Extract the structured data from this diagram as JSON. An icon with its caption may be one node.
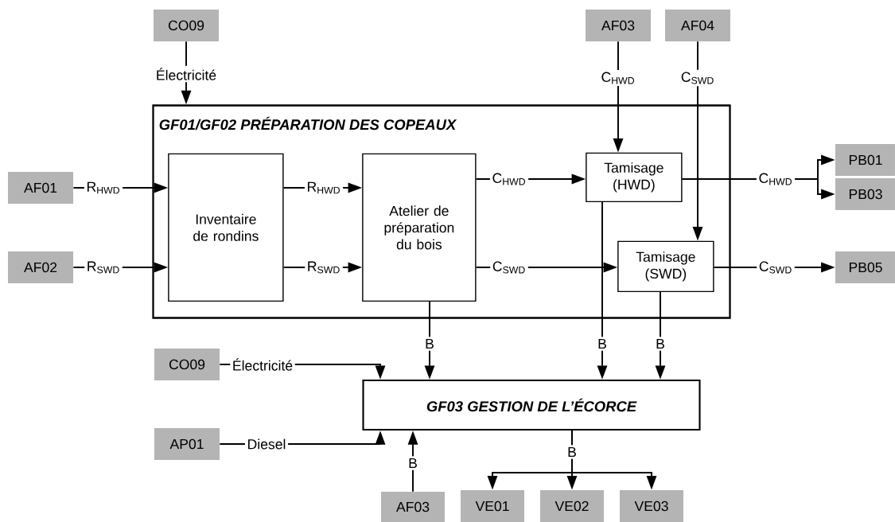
{
  "diagram": {
    "nodes": [
      {
        "text": [
          "CO09"
        ]
      },
      {
        "text": [
          "AF03"
        ]
      },
      {
        "text": [
          "AF04"
        ]
      },
      {
        "text": [
          "GF01/GF02 PRÉPARATION DES COPEAUX"
        ]
      },
      {
        "text": [
          "Inventaire de rondins"
        ],
        "in": 3
      },
      {
        "text": [
          "Atelier de préparation du bois"
        ],
        "in": 3
      },
      {
        "text": [
          "Tamisage (HWD)"
        ],
        "in": 3
      },
      {
        "text": [
          "Tamisage (SWD)"
        ],
        "in": 3
      },
      {
        "text": [
          "AF01"
        ]
      },
      {
        "text": [
          "AF02"
        ]
      },
      {
        "text": [
          "PB01"
        ]
      },
      {
        "text": [
          "PB03"
        ]
      },
      {
        "text": [
          "PB05"
        ]
      },
      {
        "text": [
          "CO09"
        ]
      },
      {
        "text": [
          "AP01"
        ]
      },
      {
        "text": [
          "GF03 GESTION DE L’ÉCORCE"
        ]
      },
      {
        "text": [
          "AF03"
        ]
      },
      {
        "text": [
          "VE01"
        ]
      },
      {
        "text": [
          "VE02"
        ]
      },
      {
        "text": [
          "VE03"
        ]
      }
    ],
    "edges": [
      {
        "from": 0,
        "to": 3,
        "arrow": "to",
        "label": "Électricité"
      },
      {
        "from": 1,
        "to": 6,
        "arrow": "to",
        "label": "C$_{HWD}$"
      },
      {
        "from": 2,
        "to": 7,
        "arrow": "to",
        "label": "C$_{SWD}$"
      },
      {
        "from": 8,
        "to": 4,
        "arrow": "to",
        "label": "R$_{HWD}$"
      },
      {
        "from": 9,
        "to": 4,
        "arrow": "to",
        "label": "R$_{SWD}$"
      },
      {
        "from": 4,
        "to": 5,
        "arrow": "to",
        "label": "R$_{HWD}$"
      },
      {
        "from": 4,
        "to": 5,
        "arrow": "to",
        "label": "R$_{SWD}$"
      },
      {
        "from": 5,
        "to": 6,
        "arrow": "to",
        "label": "C$_{HWD}$"
      },
      {
        "from": 5,
        "to": 7,
        "arrow": "to",
        "label": "C$_{SWD}$"
      },
      {
        "from": 6,
        "to": 10,
        "arrow": "to",
        "label": "C$_{HWD}$"
      },
      {
        "from": 6,
        "to": 11,
        "arrow": "to"
      },
      {
        "from": 7,
        "to": 12,
        "arrow": "to",
        "label": "C$_{SWD}$"
      },
      {
        "from": 5,
        "to": 15,
        "arrow": "to",
        "label": "B"
      },
      {
        "from": 6,
        "to": 15,
        "arrow": "to",
        "label": "B"
      },
      {
        "from": 7,
        "to": 15,
        "arrow": "to",
        "label": "B"
      },
      {
        "from": 13,
        "to": 15,
        "arrow": "to",
        "label": "Électricité"
      },
      {
        "from": 14,
        "to": 15,
        "arrow": "to",
        "label": "Diesel"
      },
      {
        "from": 16,
        "to": 15,
        "arrow": "to",
        "label": "B"
      },
      {
        "from": 15,
        "to": 17,
        "arrow": "to",
        "label": "B"
      },
      {
        "from": 15,
        "to": 18,
        "arrow": "to"
      },
      {
        "from": 15,
        "to": 19,
        "arrow": "to"
      }
    ]
  }
}
